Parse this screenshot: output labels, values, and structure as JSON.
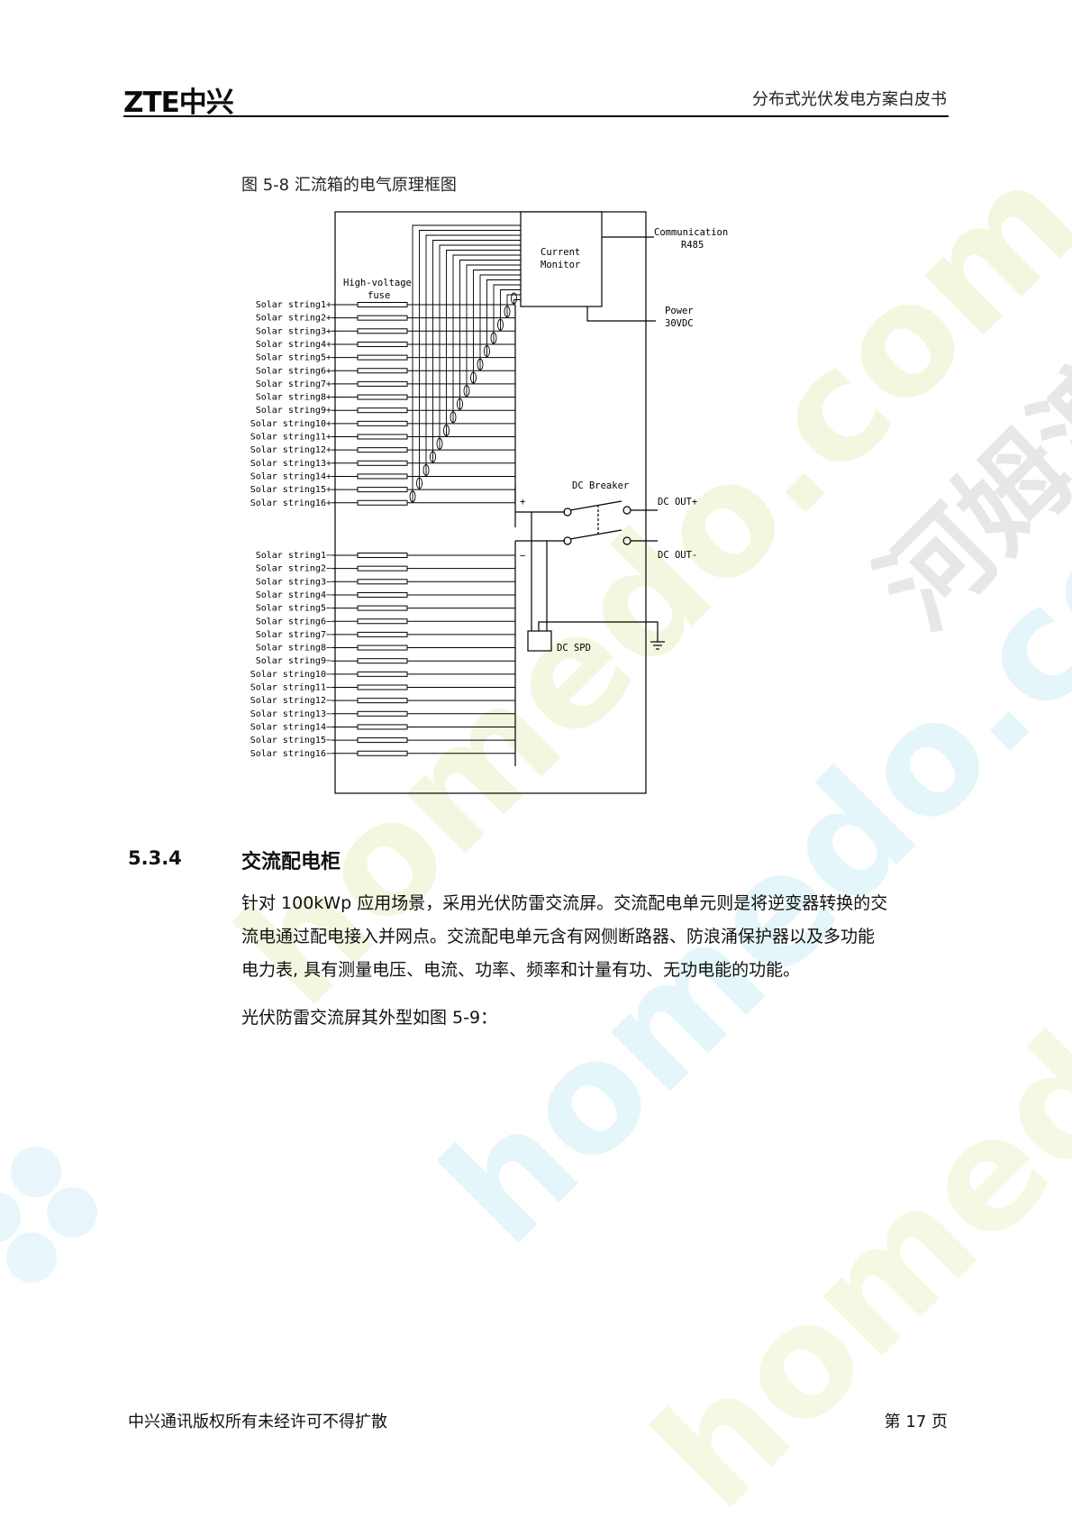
{
  "header": {
    "logo_text": "ZTE中兴",
    "document_title": "分布式光伏发电方案白皮书"
  },
  "figure": {
    "caption": "图  5-8   汇流箱的电气原理框图",
    "labels": {
      "current_monitor_line1": "Current",
      "current_monitor_line2": "Monitor",
      "communication_line1": "Communication",
      "communication_line2": "R485",
      "fuse_line1": "High-voltage",
      "fuse_line2": "fuse",
      "power_line1": "Power",
      "power_line2": "30VDC",
      "dc_breaker": "DC Breaker",
      "dc_out_plus": "DC OUT+",
      "dc_out_minus": "DC OUT-",
      "plus_sign": "+",
      "minus_sign": "−",
      "dc_spd": "DC SPD"
    },
    "strings_positive": [
      "Solar string1+",
      "Solar string2+",
      "Solar string3+",
      "Solar string4+",
      "Solar string5+",
      "Solar string6+",
      "Solar string7+",
      "Solar string8+",
      "Solar string9+",
      "Solar string10+",
      "Solar string11+",
      "Solar string12+",
      "Solar string13+",
      "Solar string14+",
      "Solar string15+",
      "Solar string16+"
    ],
    "strings_negative": [
      "Solar string1−",
      "Solar string2−",
      "Solar string3−",
      "Solar string4−",
      "Solar string5−",
      "Solar string6−",
      "Solar string7−",
      "Solar string8−",
      "Solar string9−",
      "Solar string10−",
      "Solar string11−",
      "Solar string12−",
      "Solar string13−",
      "Solar string14−",
      "Solar string15−",
      "Solar string16−"
    ]
  },
  "section": {
    "number": "5.3.4",
    "title": "交流配电柜",
    "paragraph_lines": [
      "针对 100kWp 应用场景，采用光伏防雷交流屏。交流配电单元则是将逆变器转换的交",
      "流电通过配电接入并网点。交流配电单元含有网侧断路器、防浪涌保护器以及多功能",
      "电力表, 具有测量电压、电流、功率、频率和计量有功、无功电能的功能。"
    ],
    "paragraph2": "光伏防雷交流屏其外型如图 5-9："
  },
  "watermark": {
    "text1": "homedo.com",
    "text2": "河姆渡"
  },
  "footer": {
    "copyright": "中兴通讯版权所有未经许可不得扩散",
    "page_label": "第 17 页"
  }
}
